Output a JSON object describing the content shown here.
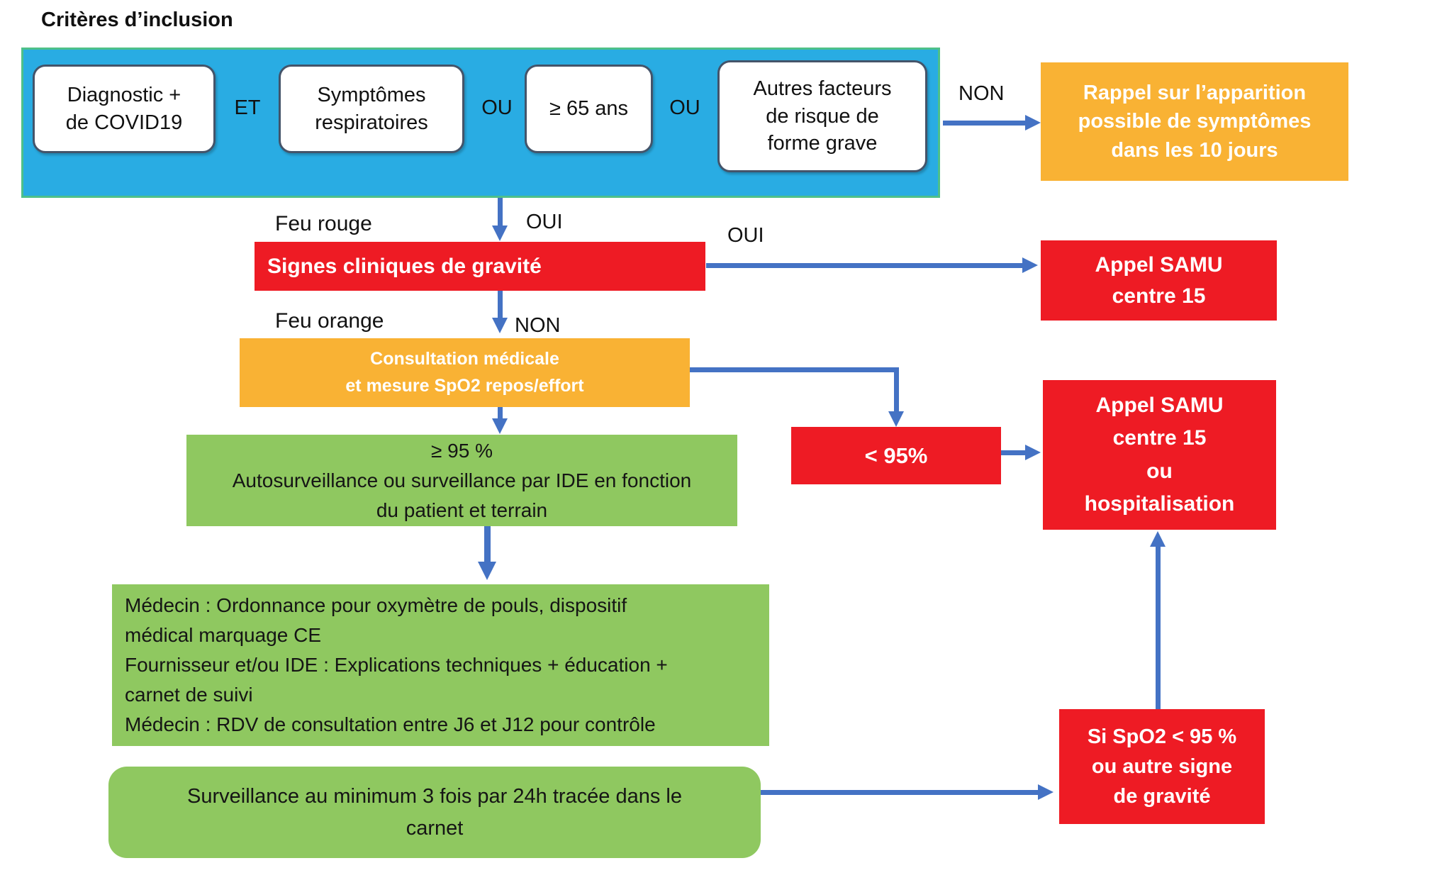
{
  "page_title": "Critères d’inclusion",
  "colors": {
    "blue_panel": "#29ACE3",
    "panel_border": "#4EC089",
    "orange": "#F9B234",
    "red": "#EE1B24",
    "green": "#8FC860",
    "arrow": "#4472C4",
    "wbox_border": "#44546A"
  },
  "inclusion_panel": {
    "box_diagnostic": {
      "lines": [
        "Diagnostic +",
        "de COVID19"
      ]
    },
    "op_et": "ET",
    "box_symptomes": {
      "lines": [
        "Symptômes",
        "respiratoires"
      ]
    },
    "op_ou1": "OU",
    "box_age": {
      "lines": [
        "≥ 65 ans"
      ]
    },
    "op_ou2": "OU",
    "box_facteurs": {
      "lines": [
        "Autres facteurs",
        "de risque de",
        "forme grave"
      ]
    }
  },
  "labels": {
    "non_top": "NON",
    "oui_down": "OUI",
    "feu_rouge": "Feu rouge",
    "oui_right": "OUI",
    "feu_orange": "Feu orange",
    "non_down": "NON"
  },
  "nodes": {
    "rappel": {
      "lines": [
        "Rappel sur l’apparition",
        "possible de symptômes",
        "dans les 10 jours"
      ]
    },
    "signes_gravite": {
      "label": "Signes cliniques de gravité"
    },
    "appel_samu_15": {
      "lines": [
        "Appel SAMU",
        "centre 15"
      ]
    },
    "consultation": {
      "lines": [
        "Consultation médicale",
        "et mesure SpO2 repos/effort"
      ]
    },
    "autosurveillance": {
      "lines": [
        "≥ 95 %",
        "Autosurveillance ou surveillance par IDE en fonction",
        "du patient et terrain"
      ]
    },
    "inf_95": {
      "label": "< 95%"
    },
    "samu_hospitalisation": {
      "lines": [
        "Appel SAMU",
        "centre 15",
        "ou",
        "hospitalisation"
      ]
    },
    "ordonnance": {
      "lines": [
        "Médecin : Ordonnance pour oxymètre de pouls, dispositif",
        "médical marquage CE",
        "Fournisseur et/ou IDE : Explications techniques + éducation +",
        "carnet de suivi",
        "Médecin : RDV de consultation entre J6 et J12 pour contrôle"
      ]
    },
    "surveillance_carnet": {
      "lines": [
        "Surveillance au minimum 3 fois par 24h tracée dans le",
        "carnet"
      ]
    },
    "si_spo2": {
      "lines": [
        "Si SpO2 < 95 %",
        "ou autre signe",
        "de gravité"
      ]
    }
  }
}
